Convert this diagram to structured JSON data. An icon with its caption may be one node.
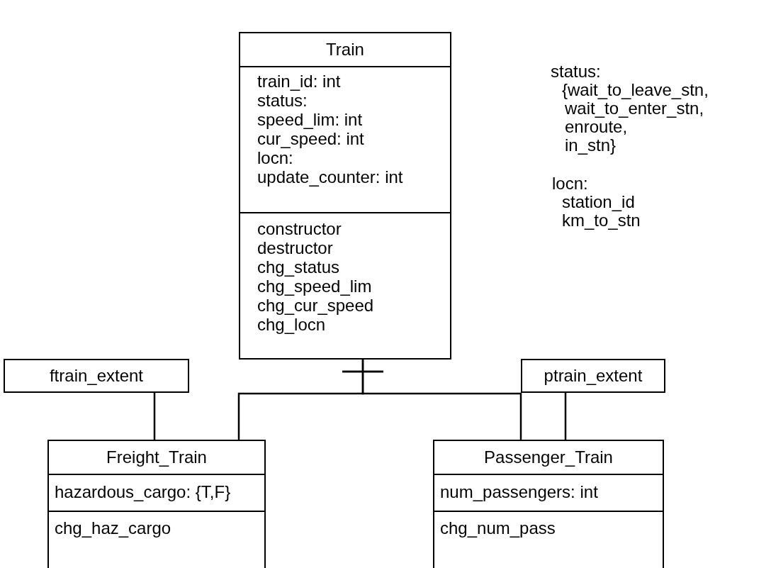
{
  "diagram": {
    "nodes": [
      {
        "text": [
          "Train"
        ]
      },
      {
        "text": [
          "train_id: int",
          "status:",
          "speed_lim: int",
          "cur_speed: int",
          "locn:",
          "update_counter: int"
        ],
        "in": 0
      },
      {
        "text": [
          "constructor",
          "destructor",
          "chg_status",
          "chg_speed_lim",
          "chg_cur_speed",
          "chg_locn"
        ],
        "in": 0
      },
      {
        "text": [
          "ftrain_extent"
        ]
      },
      {
        "text": [
          "ptrain_extent"
        ]
      },
      {
        "text": [
          "Freight_Train"
        ]
      },
      {
        "text": [
          "hazardous_cargo: {T,F}"
        ],
        "in": 5
      },
      {
        "text": [
          "chg_haz_cargo"
        ],
        "in": 5
      },
      {
        "text": [
          "Passenger_Train"
        ]
      },
      {
        "text": [
          "num_passengers: int"
        ],
        "in": 8
      },
      {
        "text": [
          "chg_num_pass"
        ],
        "in": 8
      }
    ],
    "edges": [
      {
        "from": 0,
        "to": 5,
        "arrow": "other"
      },
      {
        "from": 0,
        "to": 8,
        "arrow": "other"
      },
      {
        "from": 3,
        "to": 5,
        "arrow": "none"
      },
      {
        "from": 4,
        "to": 8,
        "arrow": "none"
      }
    ],
    "labels": [
      "status:",
      "{wait_to_leave_stn,",
      "wait_to_enter_stn,",
      "enroute,",
      "in_stn}",
      "locn:",
      "station_id",
      "km_to_stn"
    ]
  }
}
